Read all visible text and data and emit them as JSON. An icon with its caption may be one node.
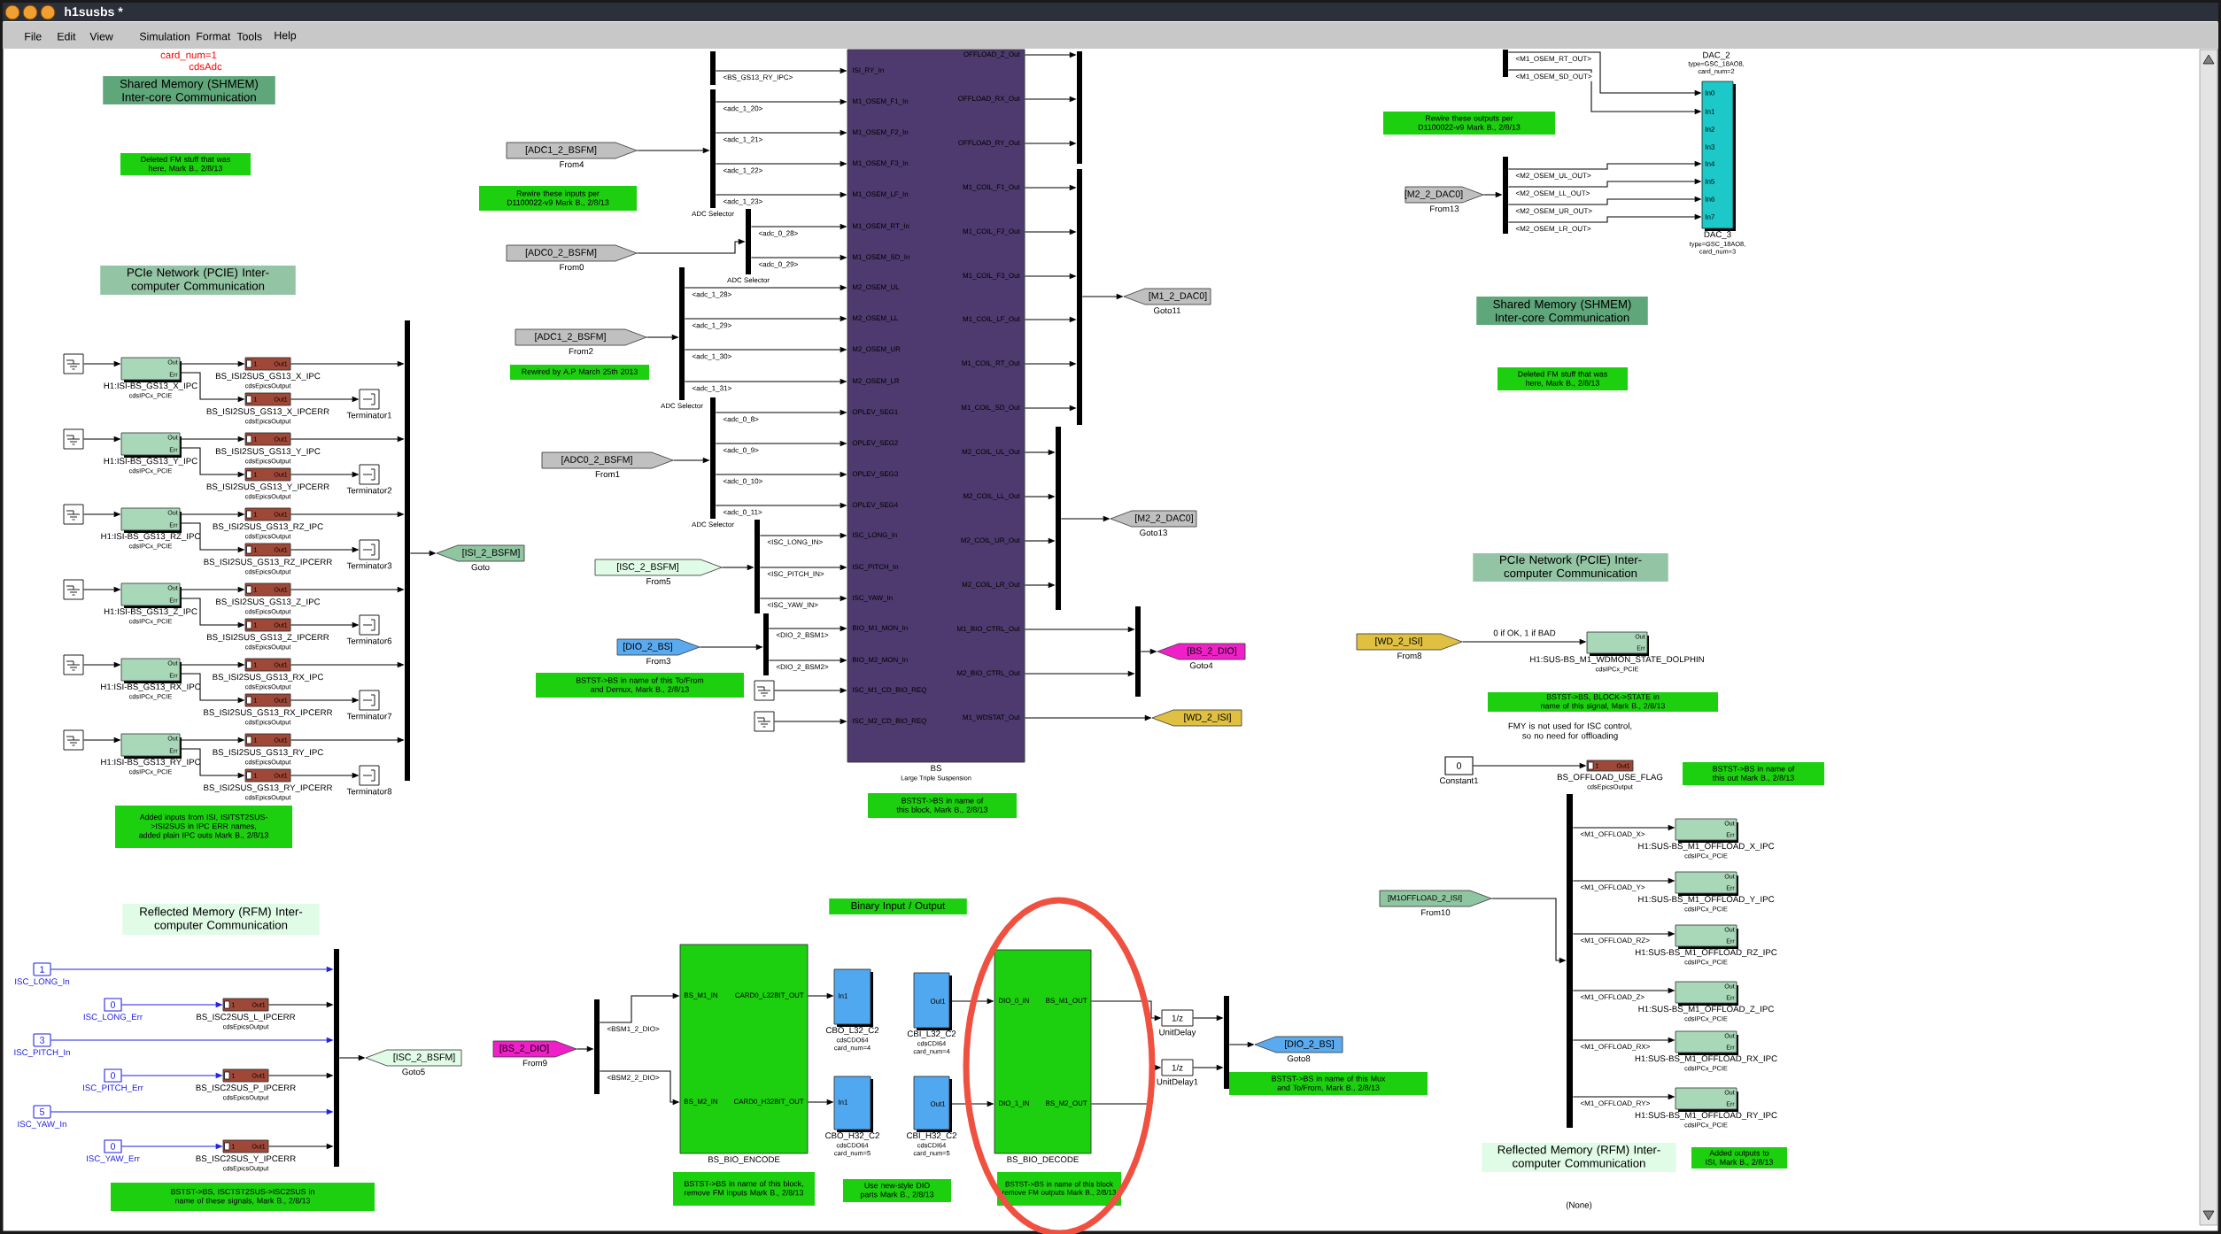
{
  "diagram": {
    "nodes": [
      {
        "text": [
          "Shared Memory (SHMEM) Inter-core Communication"
        ]
      },
      {
        "text": [
          "Deleted FM stuff that was here, Mark B., 2/8/13"
        ]
      },
      {
        "text": [
          "PCIe Network (PCIE) Inter-computer Communication"
        ]
      },
      {
        "text": [],
        "shape": "ground"
      },
      {
        "text": [
          "Out",
          "Err"
        ],
        "beside": [
          "H1:ISI-BS_GS13_X_IPC",
          "cdsIPCx_PCIE"
        ]
      },
      {
        "text": [
          "1",
          "Out1"
        ],
        "beside": [
          "BS_ISI2SUS_GS13_X_IPC",
          "cdsEpicsOutput"
        ]
      },
      {
        "text": [
          "1",
          "Out1"
        ],
        "beside": [
          "BS_ISI2SUS_GS13_X_IPCERR",
          "cdsEpicsOutput"
        ]
      },
      {
        "text": [
          "Terminator1"
        ]
      },
      {
        "text": [],
        "shape": "ground"
      },
      {
        "text": [
          "Out",
          "Err"
        ],
        "beside": [
          "H1:ISI-BS_GS13_Y_IPC",
          "cdsIPCx_PCIE"
        ]
      },
      {
        "text": [
          "1",
          "Out1"
        ],
        "beside": [
          "BS_ISI2SUS_GS13_Y_IPC",
          "cdsEpicsOutput"
        ]
      },
      {
        "text": [
          "1",
          "Out1"
        ],
        "beside": [
          "BS_ISI2SUS_GS13_Y_IPCERR",
          "cdsEpicsOutput"
        ]
      },
      {
        "text": [
          "Terminator2"
        ]
      },
      {
        "text": [],
        "shape": "ground"
      },
      {
        "text": [
          "Out",
          "Err"
        ],
        "beside": [
          "H1:ISI-BS_GS13_RZ_IPC",
          "cdsIPCx_PCIE"
        ]
      },
      {
        "text": [
          "1",
          "Out1"
        ],
        "beside": [
          "BS_ISI2SUS_GS13_RZ_IPC",
          "cdsEpicsOutput"
        ]
      },
      {
        "text": [
          "1",
          "Out1"
        ],
        "beside": [
          "BS_ISI2SUS_GS13_RZ_IPCERR",
          "cdsEpicsOutput"
        ]
      },
      {
        "text": [
          "Terminator3"
        ]
      },
      {
        "text": [],
        "shape": "ground"
      },
      {
        "text": [
          "Out",
          "Err"
        ],
        "beside": [
          "H1:ISI-BS_GS13_Z_IPC",
          "cdsIPCx_PCIE"
        ]
      },
      {
        "text": [
          "1",
          "Out1"
        ],
        "beside": [
          "BS_ISI2SUS_GS13_Z_IPC",
          "cdsEpicsOutput"
        ]
      },
      {
        "text": [
          "1",
          "Out1"
        ],
        "beside": [
          "BS_ISI2SUS_GS13_Z_IPCERR",
          "cdsEpicsOutput"
        ]
      },
      {
        "text": [
          "Terminator6"
        ]
      },
      {
        "text": [],
        "shape": "ground"
      },
      {
        "text": [
          "Out",
          "Err"
        ],
        "beside": [
          "H1:ISI-BS_GS13_RX_IPC",
          "cdsIPCx_PCIE"
        ]
      },
      {
        "text": [
          "1",
          "Out1"
        ],
        "beside": [
          "BS_ISI2SUS_GS13_RX_IPC",
          "cdsEpicsOutput"
        ]
      },
      {
        "text": [
          "1",
          "Out1"
        ],
        "beside": [
          "BS_ISI2SUS_GS13_RX_IPCERR",
          "cdsEpicsOutput"
        ]
      },
      {
        "text": [
          "Terminator7"
        ]
      },
      {
        "text": [],
        "shape": "ground"
      },
      {
        "text": [
          "Out",
          "Err"
        ],
        "beside": [
          "H1:ISI-BS_GS13_RY_IPC",
          "cdsIPCx_PCIE"
        ]
      },
      {
        "text": [
          "1",
          "Out1"
        ],
        "beside": [
          "BS_ISI2SUS_GS13_RY_IPC",
          "cdsEpicsOutput"
        ]
      },
      {
        "text": [
          "1",
          "Out1"
        ],
        "beside": [
          "BS_ISI2SUS_GS13_RY_IPCERR",
          "cdsEpicsOutput"
        ]
      },
      {
        "text": [
          "Terminator8"
        ]
      },
      {
        "text": [],
        "shape": "bar"
      },
      {
        "text": [
          "[ISI_2_BSFM]"
        ],
        "beside": [
          "Goto"
        ]
      },
      {
        "text": [
          "Added inputs from ISI, ISITST2SUS->ISI2SUS in IPC ERR names, added plain IPC outs Mark B., 2/8/13"
        ]
      },
      {
        "text": [
          "Reflected Memory (RFM) Inter-computer Communication"
        ]
      },
      {
        "text": [
          "1"
        ],
        "beside": [
          "ISC_LONG_In"
        ]
      },
      {
        "text": [
          "0"
        ],
        "beside": [
          "ISC_LONG_Err"
        ]
      },
      {
        "text": [
          "1",
          "Out1"
        ],
        "beside": [
          "BS_ISC2SUS_L_IPCERR",
          "cdsEpicsOutput"
        ]
      },
      {
        "text": [
          "3"
        ],
        "beside": [
          "ISC_PITCH_In"
        ]
      },
      {
        "text": [
          "0"
        ],
        "beside": [
          "ISC_PITCH_Err"
        ]
      },
      {
        "text": [
          "1",
          "Out1"
        ],
        "beside": [
          "BS_ISC2SUS_P_IPCERR",
          "cdsEpicsOutput"
        ]
      },
      {
        "text": [
          "5"
        ],
        "beside": [
          "ISC_YAW_In"
        ]
      },
      {
        "text": [
          "0"
        ],
        "beside": [
          "ISC_YAW_Err"
        ]
      },
      {
        "text": [
          "1",
          "Out1"
        ],
        "beside": [
          "BS_ISC2SUS_Y_IPCERR",
          "cdsEpicsOutput"
        ]
      },
      {
        "text": [],
        "shape": "bar"
      },
      {
        "text": [
          "[ISC_2_BSFM]"
        ],
        "beside": [
          "Goto5"
        ]
      },
      {
        "text": [
          "BSTST->BS, ISCTST2SUS->ISC2SUS in name of these signals, Mark B., 2/8/13"
        ]
      },
      {
        "text": [],
        "shape": "bar"
      },
      {
        "text": [
          "[ADC1_2_BSFM]"
        ],
        "beside": [
          "From4"
        ]
      },
      {
        "text": [],
        "shape": "bar",
        "beside": [
          "ADC Selector"
        ]
      },
      {
        "text": [
          "Rewire these inputs per D1100022-v9 Mark B., 2/8/13"
        ]
      },
      {
        "text": [
          "[ADC0_2_BSFM]"
        ],
        "beside": [
          "From0"
        ]
      },
      {
        "text": [],
        "shape": "bar",
        "beside": [
          "ADC Selector"
        ]
      },
      {
        "text": [
          "[ADC1_2_BSFM]"
        ],
        "beside": [
          "From2"
        ]
      },
      {
        "text": [
          "Rewired by A.P March 25th 2013"
        ]
      },
      {
        "text": [],
        "shape": "bar",
        "beside": [
          "ADC Selector"
        ]
      },
      {
        "text": [
          "[ADC0_2_BSFM]"
        ],
        "beside": [
          "From1"
        ]
      },
      {
        "text": [],
        "shape": "bar",
        "beside": [
          "ADC Selector"
        ]
      },
      {
        "text": [
          "[ISC_2_BSFM]"
        ],
        "beside": [
          "From5"
        ]
      },
      {
        "text": [],
        "shape": "bar"
      },
      {
        "text": [
          "[DIO_2_BS]"
        ],
        "beside": [
          "From3"
        ]
      },
      {
        "text": [],
        "shape": "bar"
      },
      {
        "text": [
          "BSTST->BS in name of this To/From and Demux, Mark B., 2/8/13"
        ]
      },
      {
        "text": [],
        "shape": "ground"
      },
      {
        "text": [],
        "shape": "ground"
      },
      {
        "text": [
          "ISI_RY_In",
          "M1_OSEM_F1_In",
          "M1_OSEM_F2_In",
          "M1_OSEM_F3_In",
          "M1_OSEM_LF_In",
          "M1_OSEM_RT_In",
          "M1_OSEM_SD_In",
          "M2_OSEM_UL",
          "M2_OSEM_LL",
          "M2_OSEM_UR",
          "M2_OSEM_LR",
          "OPLEV_SEG1",
          "OPLEV_SEG2",
          "OPLEV_SEG3",
          "OPLEV_SEG4",
          "ISC_LONG_In",
          "ISC_PITCH_In",
          "ISC_YAW_In",
          "BIO_M1_MON_In",
          "BIO_M2_MON_In",
          "ISC_M1_CD_BIO_REQ",
          "ISC_M2_CD_BIO_REQ",
          "OFFLOAD_Z_Out",
          "OFFLOAD_RX_Out",
          "OFFLOAD_RY_Out",
          "M1_COIL_F1_Out",
          "M1_COIL_F2_Out",
          "M1_COIL_F3_Out",
          "M1_COIL_LF_Out",
          "M1_COIL_RT_Out",
          "M1_COIL_SD_Out",
          "M2_COIL_UL_Out",
          "M2_COIL_LL_Out",
          "M2_COIL_UR_Out",
          "M2_COIL_LR_Out",
          "M1_BIO_CTRL_Out",
          "M2_BIO_CTRL_Out",
          "M1_WDSTAT_Out"
        ],
        "beside": [
          "BS",
          "Large Triple Suspension"
        ]
      },
      {
        "text": [
          "BSTST->BS in name of this block, Mark B., 2/8/13"
        ]
      },
      {
        "text": [],
        "shape": "bar"
      },
      {
        "text": [],
        "shape": "bar"
      },
      {
        "text": [
          "[M1_2_DAC0]"
        ],
        "beside": [
          "Goto11"
        ]
      },
      {
        "text": [],
        "shape": "bar"
      },
      {
        "text": [
          "[M2_2_DAC0]"
        ],
        "beside": [
          "Goto13"
        ]
      },
      {
        "text": [],
        "shape": "bar"
      },
      {
        "text": [
          "[BS_2_DIO]"
        ],
        "beside": [
          "Goto4"
        ]
      },
      {
        "text": [
          "[WD_2_ISI]"
        ]
      },
      {
        "text": [],
        "shape": "bar"
      },
      {
        "text": [
          "Rewire these outputs per D1100022-v9 Mark B., 2/8/13"
        ]
      },
      {
        "text": [
          "[M2_2_DAC0]"
        ],
        "beside": [
          "From13"
        ]
      },
      {
        "text": [],
        "shape": "bar"
      },
      {
        "text": [
          "In0",
          "In1",
          "In2",
          "In3",
          "In4",
          "In5",
          "In6",
          "In7"
        ],
        "beside": [
          "DAC_3",
          "type=GSC_18AO8, card_num=3"
        ]
      },
      {
        "text": [
          "Shared Memory (SHMEM) Inter-core Communication"
        ]
      },
      {
        "text": [
          "Deleted FM stuff that was here, Mark B., 2/8/13"
        ]
      },
      {
        "text": [
          "PCIe Network (PCIE) Inter-computer Communication"
        ]
      },
      {
        "text": [
          "[WD_2_ISI]"
        ],
        "beside": [
          "From8"
        ]
      },
      {
        "text": [
          "Out",
          "Err"
        ],
        "beside": [
          "H1:SUS-BS_M1_WDMON_STATE_DOLPHIN",
          "cdsIPCx_PCIE"
        ]
      },
      {
        "text": [
          "BSTST->BS, BLOCK->STATE in name of this signal, Mark B., 2/8/13"
        ]
      },
      {
        "text": [
          "0"
        ],
        "beside": [
          "Constant1"
        ]
      },
      {
        "text": [
          "1",
          "Out1"
        ],
        "beside": [
          "BS_OFFLOAD_USE_FLAG",
          "cdsEpicsOutput"
        ]
      },
      {
        "text": [
          "BSTST->BS in name of this out Mark B., 2/8/13"
        ]
      },
      {
        "text": [
          "[M1OFFLOAD_2_ISI]"
        ],
        "beside": [
          "From10"
        ]
      },
      {
        "text": [],
        "shape": "bar"
      },
      {
        "text": [
          "Out",
          "Err"
        ],
        "beside": [
          "H1:SUS-BS_M1_OFFLOAD_X_IPC",
          "cdsIPCx_PCIE"
        ]
      },
      {
        "text": [
          "Out",
          "Err"
        ],
        "beside": [
          "H1:SUS-BS_M1_OFFLOAD_Y_IPC",
          "cdsIPCx_PCIE"
        ]
      },
      {
        "text": [
          "Out",
          "Err"
        ],
        "beside": [
          "H1:SUS-BS_M1_OFFLOAD_RZ_IPC",
          "cdsIPCx_PCIE"
        ]
      },
      {
        "text": [
          "Out",
          "Err"
        ],
        "beside": [
          "H1:SUS-BS_M1_OFFLOAD_Z_IPC",
          "cdsIPCx_PCIE"
        ]
      },
      {
        "text": [
          "Out",
          "Err"
        ],
        "beside": [
          "H1:SUS-BS_M1_OFFLOAD_RX_IPC",
          "cdsIPCx_PCIE"
        ]
      },
      {
        "text": [
          "Out",
          "Err"
        ],
        "beside": [
          "H1:SUS-BS_M1_OFFLOAD_RY_IPC",
          "cdsIPCx_PCIE"
        ]
      },
      {
        "text": [
          "Reflected Memory (RFM) Inter-computer Communication"
        ]
      },
      {
        "text": [
          "Added outputs to ISI, Mark B., 2/8/13"
        ]
      },
      {
        "text": [
          "Binary Input / Output"
        ]
      },
      {
        "text": [
          "[BS_2_DIO]"
        ],
        "beside": [
          "From9"
        ]
      },
      {
        "text": [],
        "shape": "bar"
      },
      {
        "text": [
          "BS_M1_IN",
          "CARD0_L32BIT_OUT",
          "BS_M2_IN",
          "CARD0_H32BIT_OUT"
        ],
        "beside": [
          "BS_BIO_ENCODE"
        ]
      },
      {
        "text": [
          "BSTST->BS in name of this block, remove FM inputs Mark B., 2/8/13"
        ]
      },
      {
        "text": [
          "In1"
        ],
        "beside": [
          "CBO_L32_C2",
          "cdsCDO64",
          "card_num=4"
        ]
      },
      {
        "text": [
          "In1"
        ],
        "beside": [
          "CBO_H32_C2",
          "cdsCDO64",
          "card_num=5"
        ]
      },
      {
        "text": [
          "Use new-style DIO parts Mark B., 2/8/13"
        ]
      },
      {
        "text": [
          "Out1"
        ],
        "beside": [
          "CBI_L32_C2",
          "cdsCDI64",
          "card_num=4"
        ]
      },
      {
        "text": [
          "Out1"
        ],
        "beside": [
          "CBI_H32_C2",
          "cdsCDI64",
          "card_num=5"
        ]
      },
      {
        "text": [
          "DIO_0_IN",
          "BS_M1_OUT",
          "DIO_1_IN",
          "BS_M2_OUT"
        ],
        "beside": [
          "BS_BIO_DECODE"
        ]
      },
      {
        "text": [
          "BSTST->BS in name of this block remove FM outputs Mark B., 2/8/13"
        ]
      },
      {
        "text": [
          "1/z"
        ],
        "beside": [
          "UnitDelay"
        ]
      },
      {
        "text": [
          "1/z"
        ],
        "beside": [
          "UnitDelay1"
        ]
      },
      {
        "text": [],
        "shape": "bar"
      },
      {
        "text": [
          "[DIO_2_BS]"
        ],
        "beside": [
          "Goto8"
        ]
      },
      {
        "text": [
          "BSTST->BS in name of this Mux and To/From, Mark B., 2/8/13"
        ]
      }
    ],
    "edges": [
      {
        "from": 3,
        "to": 4,
        "arrow": "to"
      },
      {
        "from": 4,
        "to": 5,
        "arrow": "to"
      },
      {
        "from": 4,
        "to": 6,
        "arrow": "to"
      },
      {
        "from": 5,
        "to": 33,
        "arrow": "to"
      },
      {
        "from": 6,
        "to": 7,
        "arrow": "to"
      },
      {
        "from": 8,
        "to": 9,
        "arrow": "to"
      },
      {
        "from": 9,
        "to": 10,
        "arrow": "to"
      },
      {
        "from": 9,
        "to": 11,
        "arrow": "to"
      },
      {
        "from": 10,
        "to": 33,
        "arrow": "to"
      },
      {
        "from": 11,
        "to": 12,
        "arrow": "to"
      },
      {
        "from": 13,
        "to": 14,
        "arrow": "to"
      },
      {
        "from": 14,
        "to": 15,
        "arrow": "to"
      },
      {
        "from": 14,
        "to": 16,
        "arrow": "to"
      },
      {
        "from": 15,
        "to": 33,
        "arrow": "to"
      },
      {
        "from": 16,
        "to": 17,
        "arrow": "to"
      },
      {
        "from": 18,
        "to": 19,
        "arrow": "to"
      },
      {
        "from": 19,
        "to": 20,
        "arrow": "to"
      },
      {
        "from": 19,
        "to": 21,
        "arrow": "to"
      },
      {
        "from": 20,
        "to": 33,
        "arrow": "to"
      },
      {
        "from": 21,
        "to": 22,
        "arrow": "to"
      },
      {
        "from": 23,
        "to": 24,
        "arrow": "to"
      },
      {
        "from": 24,
        "to": 25,
        "arrow": "to"
      },
      {
        "from": 24,
        "to": 26,
        "arrow": "to"
      },
      {
        "from": 25,
        "to": 33,
        "arrow": "to"
      },
      {
        "from": 26,
        "to": 27,
        "arrow": "to"
      },
      {
        "from": 28,
        "to": 29,
        "arrow": "to"
      },
      {
        "from": 29,
        "to": 30,
        "arrow": "to"
      },
      {
        "from": 29,
        "to": 31,
        "arrow": "to"
      },
      {
        "from": 30,
        "to": 33,
        "arrow": "to"
      },
      {
        "from": 31,
        "to": 32,
        "arrow": "to"
      },
      {
        "from": 33,
        "to": 34,
        "arrow": "to"
      },
      {
        "from": 37,
        "to": 46,
        "arrow": "to",
        "color": "#2020e0"
      },
      {
        "from": 38,
        "to": 39,
        "arrow": "to",
        "color": "#2020e0"
      },
      {
        "from": 39,
        "to": 46,
        "arrow": "to"
      },
      {
        "from": 40,
        "to": 46,
        "arrow": "to",
        "color": "#2020e0"
      },
      {
        "from": 41,
        "to": 42,
        "arrow": "to",
        "color": "#2020e0"
      },
      {
        "from": 42,
        "to": 46,
        "arrow": "to"
      },
      {
        "from": 43,
        "to": 46,
        "arrow": "to",
        "color": "#2020e0"
      },
      {
        "from": 44,
        "to": 45,
        "arrow": "to",
        "color": "#2020e0"
      },
      {
        "from": 45,
        "to": 46,
        "arrow": "to"
      },
      {
        "from": 46,
        "to": 47,
        "arrow": "to"
      },
      {
        "from": 50,
        "to": 51,
        "arrow": "to"
      },
      {
        "from": 53,
        "to": 54,
        "arrow": "to"
      },
      {
        "from": 55,
        "to": 57,
        "arrow": "to"
      },
      {
        "from": 58,
        "to": 59,
        "arrow": "to"
      },
      {
        "from": 60,
        "to": 61,
        "arrow": "to"
      },
      {
        "from": 62,
        "to": 63,
        "arrow": "to"
      },
      {
        "from": 49,
        "to": 67,
        "arrow": "to",
        "label": "<BS_GS13_RY_IPC>"
      },
      {
        "from": 51,
        "to": 67,
        "arrow": "to",
        "label": "<adc_1_20>"
      },
      {
        "from": 51,
        "to": 67,
        "arrow": "to",
        "label": "<adc_1_21>"
      },
      {
        "from": 51,
        "to": 67,
        "arrow": "to",
        "label": "<adc_1_22>"
      },
      {
        "from": 51,
        "to": 67,
        "arrow": "to",
        "label": "<adc_1_23>"
      },
      {
        "from": 54,
        "to": 67,
        "arrow": "to",
        "label": "<adc_0_28>"
      },
      {
        "from": 54,
        "to": 67,
        "arrow": "to",
        "label": "<adc_0_29>"
      },
      {
        "from": 57,
        "to": 67,
        "arrow": "to",
        "label": "<adc_1_28>"
      },
      {
        "from": 57,
        "to": 67,
        "arrow": "to",
        "label": "<adc_1_29>"
      },
      {
        "from": 57,
        "to": 67,
        "arrow": "to",
        "label": "<adc_1_30>"
      },
      {
        "from": 57,
        "to": 67,
        "arrow": "to",
        "label": "<adc_1_31>"
      },
      {
        "from": 59,
        "to": 67,
        "arrow": "to",
        "label": "<adc_0_8>"
      },
      {
        "from": 59,
        "to": 67,
        "arrow": "to",
        "label": "<adc_0_9>"
      },
      {
        "from": 59,
        "to": 67,
        "arrow": "to",
        "label": "<adc_0_10>"
      },
      {
        "from": 59,
        "to": 67,
        "arrow": "to",
        "label": "<adc_0_11>"
      },
      {
        "from": 61,
        "to": 67,
        "arrow": "to",
        "label": "<ISC_LONG_IN>"
      },
      {
        "from": 61,
        "to": 67,
        "arrow": "to",
        "label": "<ISC_PITCH_IN>"
      },
      {
        "from": 61,
        "to": 67,
        "arrow": "to",
        "label": "<ISC_YAW_IN>"
      },
      {
        "from": 63,
        "to": 67,
        "arrow": "to",
        "label": "<DIO_2_BSM1>"
      },
      {
        "from": 63,
        "to": 67,
        "arrow": "to",
        "label": "<DIO_2_BSM2>"
      },
      {
        "from": 65,
        "to": 67,
        "arrow": "to"
      },
      {
        "from": 66,
        "to": 67,
        "arrow": "to"
      },
      {
        "from": 67,
        "to": 69,
        "arrow": "to"
      },
      {
        "from": 67,
        "to": 69,
        "arrow": "to"
      },
      {
        "from": 67,
        "to": 69,
        "arrow": "to"
      },
      {
        "from": 67,
        "to": 70,
        "arrow": "to"
      },
      {
        "from": 67,
        "to": 70,
        "arrow": "to"
      },
      {
        "from": 67,
        "to": 70,
        "arrow": "to"
      },
      {
        "from": 67,
        "to": 70,
        "arrow": "to"
      },
      {
        "from": 67,
        "to": 70,
        "arrow": "to"
      },
      {
        "from": 67,
        "to": 70,
        "arrow": "to"
      },
      {
        "from": 70,
        "to": 71,
        "arrow": "to"
      },
      {
        "from": 67,
        "to": 72,
        "arrow": "to"
      },
      {
        "from": 67,
        "to": 72,
        "arrow": "to"
      },
      {
        "from": 67,
        "to": 72,
        "arrow": "to"
      },
      {
        "from": 67,
        "to": 72,
        "arrow": "to"
      },
      {
        "from": 72,
        "to": 73,
        "arrow": "to"
      },
      {
        "from": 67,
        "to": 74,
        "arrow": "to"
      },
      {
        "from": 67,
        "to": 74,
        "arrow": "to"
      },
      {
        "from": 74,
        "to": 75,
        "arrow": "to"
      },
      {
        "from": 67,
        "to": 76,
        "arrow": "to"
      },
      {
        "from": 77,
        "to": 81,
        "arrow": "to",
        "label": "<M1_OSEM_RT_OUT>"
      },
      {
        "from": 77,
        "to": 81,
        "arrow": "to",
        "label": "<M1_OSEM_SD_OUT>"
      },
      {
        "from": 79,
        "to": 80,
        "arrow": "to"
      },
      {
        "from": 80,
        "to": 81,
        "arrow": "to",
        "label": "<M2_OSEM_UL_OUT>"
      },
      {
        "from": 80,
        "to": 81,
        "arrow": "to",
        "label": "<M2_OSEM_LL_OUT>"
      },
      {
        "from": 80,
        "to": 81,
        "arrow": "to",
        "label": "<M2_OSEM_UR_OUT>"
      },
      {
        "from": 80,
        "to": 81,
        "arrow": "to",
        "label": "<M2_OSEM_LR_OUT>"
      },
      {
        "from": 85,
        "to": 86,
        "arrow": "to",
        "label": "0 if OK, 1 if BAD"
      },
      {
        "from": 88,
        "to": 89,
        "arrow": "to"
      },
      {
        "from": 91,
        "to": 92,
        "arrow": "to"
      },
      {
        "from": 92,
        "to": 93,
        "arrow": "to",
        "label": "<M1_OFFLOAD_X>"
      },
      {
        "from": 92,
        "to": 94,
        "arrow": "to",
        "label": "<M1_OFFLOAD_Y>"
      },
      {
        "from": 92,
        "to": 95,
        "arrow": "to",
        "label": "<M1_OFFLOAD_RZ>"
      },
      {
        "from": 92,
        "to": 96,
        "arrow": "to",
        "label": "<M1_OFFLOAD_Z>"
      },
      {
        "from": 92,
        "to": 97,
        "arrow": "to",
        "label": "<M1_OFFLOAD_RX>"
      },
      {
        "from": 92,
        "to": 98,
        "arrow": "to",
        "label": "<M1_OFFLOAD_RY>"
      },
      {
        "from": 102,
        "to": 103,
        "arrow": "to"
      },
      {
        "from": 103,
        "to": 104,
        "arrow": "to",
        "label": "<BSM1_2_DIO>"
      },
      {
        "from": 103,
        "to": 104,
        "arrow": "to",
        "label": "<BSM2_2_DIO>"
      },
      {
        "from": 104,
        "to": 106,
        "arrow": "to"
      },
      {
        "from": 104,
        "to": 107,
        "arrow": "to"
      },
      {
        "from": 109,
        "to": 111,
        "arrow": "to"
      },
      {
        "from": 110,
        "to": 111,
        "arrow": "to"
      },
      {
        "from": 111,
        "to": 113,
        "arrow": "to"
      },
      {
        "from": 111,
        "to": 114,
        "arrow": "to"
      },
      {
        "from": 113,
        "to": 115,
        "arrow": "to"
      },
      {
        "from": 114,
        "to": 115,
        "arrow": "to"
      },
      {
        "from": 115,
        "to": 116,
        "arrow": "to"
      }
    ],
    "labels": [
      "h1susbs *",
      "File",
      "Edit",
      "View",
      "Simulation",
      "Format",
      "Tools",
      "Help",
      "card_num=1",
      "cdsAdc",
      "DAC_2",
      "type=GSC_18AO8, card_num=2",
      "FMY is not used for ISC control, so no need for offloading",
      "(None)"
    ]
  }
}
